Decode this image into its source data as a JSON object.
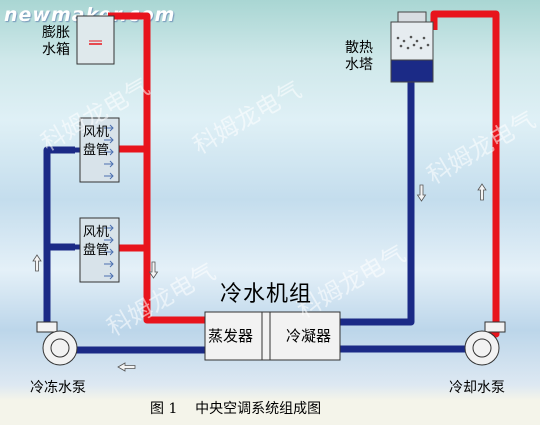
{
  "header": {
    "site": "newmaker.com"
  },
  "watermark": "科姆龙电气",
  "labels": {
    "expansion_tank": [
      "膨胀",
      "水箱"
    ],
    "cooling_tower": [
      "散热",
      "水塔"
    ],
    "fan_coil": [
      "风机",
      "盘管"
    ],
    "chiller": "冷水机组",
    "evaporator": "蒸发器",
    "condenser": "冷凝器",
    "chilled_pump": "冷冻水泵",
    "cooling_pump": "冷却水泵"
  },
  "caption": "图 1    中央空调系统组成图",
  "colors": {
    "supply": "#e8141c",
    "return": "#1b2a86",
    "tower_water": "#1b2a86"
  }
}
